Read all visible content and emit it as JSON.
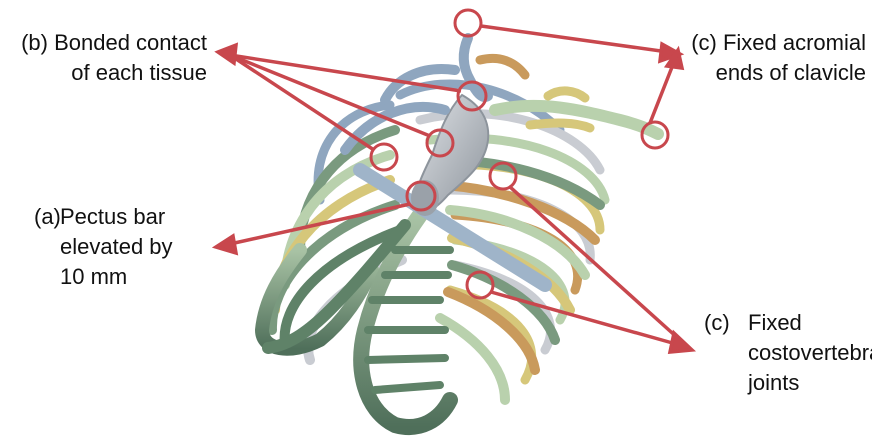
{
  "labels": {
    "bonded": {
      "line1": "(b) Bonded contact",
      "line2": "of each tissue"
    },
    "fixed_acromial": {
      "line1": "(c) Fixed acromial",
      "line2": "ends of clavicle"
    },
    "pectus": {
      "mark": "(a)",
      "line1": "Pectus bar",
      "line2": "elevated by",
      "line3": "10 mm"
    },
    "costovertebral": {
      "mark": "(c)",
      "line1": "Fixed",
      "line2": "costovertebral",
      "line3": "joints"
    }
  },
  "colors": {
    "annotation": "#c8474d",
    "rib_green": "#7a9a7f",
    "rib_dark": "#5f8268",
    "rib_light": "#b9d1ad",
    "rib_yellow": "#d6c77a",
    "rib_orange": "#c99a5c",
    "rib_blue": "#8fa6bf",
    "rib_grey": "#c9ccd2",
    "sternum": "#b7bcc4",
    "bar": "#9fb4c9"
  }
}
